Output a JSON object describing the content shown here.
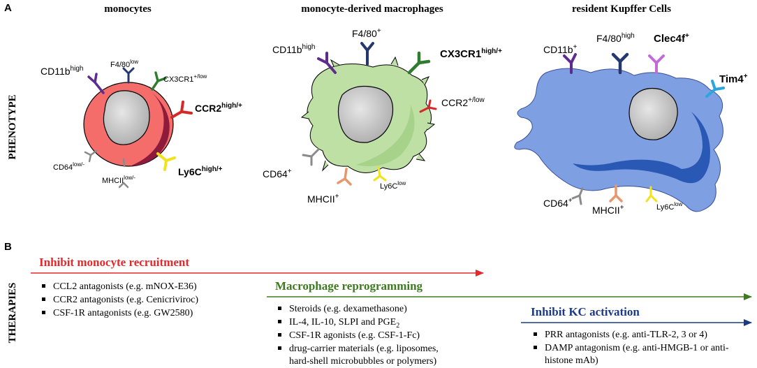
{
  "panel_a": {
    "letter": "A",
    "side_label": "PHENOTYPE",
    "cells": [
      {
        "title": "monocytes",
        "markers": {
          "cd11b": {
            "base": "CD11b",
            "sup": "high"
          },
          "f480": {
            "base": "F4/80",
            "sup": "low"
          },
          "cx3cr1": {
            "base": "CX3CR1",
            "sup": "+/low"
          },
          "ccr2": {
            "base": "CCR2",
            "sup": "high/+"
          },
          "ly6c": {
            "base": "Ly6C",
            "sup": "high/+"
          },
          "cd64": {
            "base": "CD64",
            "sup": "low/-"
          },
          "mhcii": {
            "base": "MHCII",
            "sup": "low/-"
          }
        }
      },
      {
        "title": "monocyte-derived macrophages",
        "markers": {
          "cd11b": {
            "base": "CD11b",
            "sup": "high"
          },
          "f480": {
            "base": "F4/80",
            "sup": "+"
          },
          "cx3cr1": {
            "base": "CX3CR1",
            "sup": "high/+"
          },
          "ccr2": {
            "base": "CCR2",
            "sup": "+/low"
          },
          "cd64": {
            "base": "CD64",
            "sup": "+"
          },
          "mhcii": {
            "base": "MHCII",
            "sup": "+"
          },
          "ly6c": {
            "base": "Ly6C",
            "sup": "low"
          }
        }
      },
      {
        "title": "resident Kupffer Cells",
        "markers": {
          "cd11b": {
            "base": "CD11b",
            "sup": "+"
          },
          "f480": {
            "base": "F4/80",
            "sup": "high"
          },
          "clec4f": {
            "base": "Clec4f",
            "sup": "+"
          },
          "tim4": {
            "base": "Tim4",
            "sup": "+"
          },
          "cd64": {
            "base": "CD64",
            "sup": "+"
          },
          "mhcii": {
            "base": "MHCII",
            "sup": "+"
          },
          "ly6c": {
            "base": "Ly6C",
            "sup": "low"
          }
        }
      }
    ]
  },
  "panel_b": {
    "letter": "B",
    "side_label": "THERAPIES",
    "groups": [
      {
        "heading": "Inhibit monocyte recruitment",
        "color": "#e8262b",
        "items": [
          "CCL2 antagonists (e.g. mNOX-E36)",
          "CCR2 antagonists (e.g. Cenicriviroc)",
          "CSF-1R antagonists (e.g. GW2580)"
        ]
      },
      {
        "heading": "Macrophage reprogramming",
        "color": "#3e7a1f",
        "items": [
          "Steroids (e.g. dexamethasone)",
          {
            "text": "IL-4, IL-10, SLPI and PGE",
            "sub": "2"
          },
          "CSF-1R agonists (e.g. CSF-1-Fc)",
          "drug-carrier materials (e.g. liposomes,",
          "hard-shell microbubbles or polymers)"
        ]
      },
      {
        "heading": "Inhibit KC activation",
        "color": "#1c3b86",
        "items": [
          "PRR antagonists (e.g. anti-TLR-2, 3 or 4)",
          "DAMP antagonism (e.g. anti-HMGB-1 or anti-",
          "histone mAb)"
        ]
      }
    ]
  },
  "colors": {
    "monocyte_body": "#f46d6a",
    "monocyte_shadow": "#8e1b3b",
    "macrophage_body": "#bfe0a4",
    "kupffer_body": "#7f9fe3",
    "kupffer_shadow": "#2a58b5",
    "nucleus": "#bfbfbf",
    "cd11b_receptor": "#5e2b8f",
    "f480_receptor": "#24376f",
    "cx3cr1_receptor": "#2e7d2e",
    "ccr2_receptor": "#d62828",
    "ly6c_receptor": "#f1e21a",
    "cd64_receptor": "#8a8a8a",
    "mhcii_receptor": "#e8976b",
    "clec4f_receptor": "#c06bd6",
    "tim4_receptor": "#2aa6dc"
  }
}
